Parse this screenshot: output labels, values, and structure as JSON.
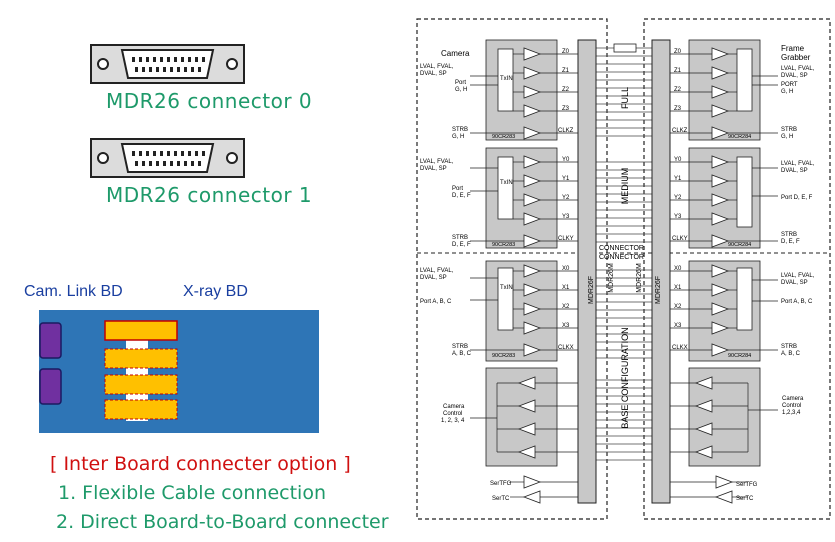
{
  "connectors": [
    {
      "label": "MDR26 connector 0"
    },
    {
      "label": "MDR26 connector 1"
    }
  ],
  "boards": {
    "left_label": "Cam. Link BD",
    "right_label": "X-ray BD"
  },
  "option": {
    "title": "[ Inter Board connecter option ]",
    "items": [
      "1. Flexible Cable connection",
      "2. Direct Board-to-Board connecter"
    ]
  },
  "colors": {
    "board_blue": "#2e75b6",
    "connector_yellow": "#ffc000",
    "connector_purple": "#7030a0",
    "text_green": "#1e9a6a",
    "text_red": "#d01010",
    "text_blue": "#1a3fa0",
    "block_gray": "#c8c8c8"
  },
  "diagram": {
    "camera_title": "Camera",
    "grabber_title": [
      "Frame",
      "Grabber"
    ],
    "sections": [
      {
        "chip_left": "90CR283",
        "chip_right": "90CR284",
        "txin": "TxIN",
        "pins": [
          "Z0",
          "Z1",
          "Z2",
          "Z3",
          "CLKZ"
        ],
        "left_labels": [
          [
            "LVAL, FVAL,",
            "DVAL, SP"
          ],
          [
            "Port",
            "G, H"
          ],
          [
            "STRB",
            "G, H"
          ]
        ],
        "right_labels": [
          [
            "LVAL, FVAL,",
            "DVAL, SP"
          ],
          [
            "PORT",
            "G, H"
          ],
          [
            "STRB",
            "G, H"
          ]
        ]
      },
      {
        "chip_left": "90CR283",
        "chip_right": "90CR284",
        "txin": "TxIN",
        "pins": [
          "Y0",
          "Y1",
          "Y2",
          "Y3",
          "CLKY"
        ],
        "left_labels": [
          [
            "LVAL, FVAL,",
            "DVAL, SP"
          ],
          [
            "Port",
            "D, E, F"
          ],
          [
            "STRB",
            "D, E, F"
          ]
        ],
        "right_labels": [
          [
            "LVAL, FVAL,",
            "DVAL, SP"
          ],
          [
            "Port D, E, F"
          ],
          [
            "STRB",
            "D, E, F"
          ]
        ]
      },
      {
        "chip_left": "90CR283",
        "chip_right": "90CR284",
        "txin": "TxIN",
        "pins": [
          "X0",
          "X1",
          "X2",
          "X3",
          "CLKX"
        ],
        "left_labels": [
          [
            "LVAL, FVAL,",
            "DVAL, SP"
          ],
          [
            "Port A, B, C"
          ],
          [
            "STRB",
            "A, B, C"
          ]
        ],
        "right_labels": [
          [
            "LVAL, FVAL,",
            "DVAL, SP"
          ],
          [
            "Port A, B, C"
          ],
          [
            "STRB",
            "A, B, C"
          ]
        ]
      }
    ],
    "camera_control_left": [
      "Camera",
      "Control",
      "1, 2, 3, 4"
    ],
    "camera_control_right": [
      "Camera",
      "Control",
      "1,2,3,4"
    ],
    "ser_labels": [
      "SerTFG",
      "SerTC"
    ],
    "bus_labels": [
      "FULL",
      "MEDIUM",
      "BASE CONFIGURATION"
    ],
    "connector_labels": [
      "CONNECTOR",
      "CONNECTOR"
    ],
    "mdr_labels": [
      "MDR26F",
      "MDR26M",
      "MDR26M",
      "MDR26F"
    ]
  }
}
